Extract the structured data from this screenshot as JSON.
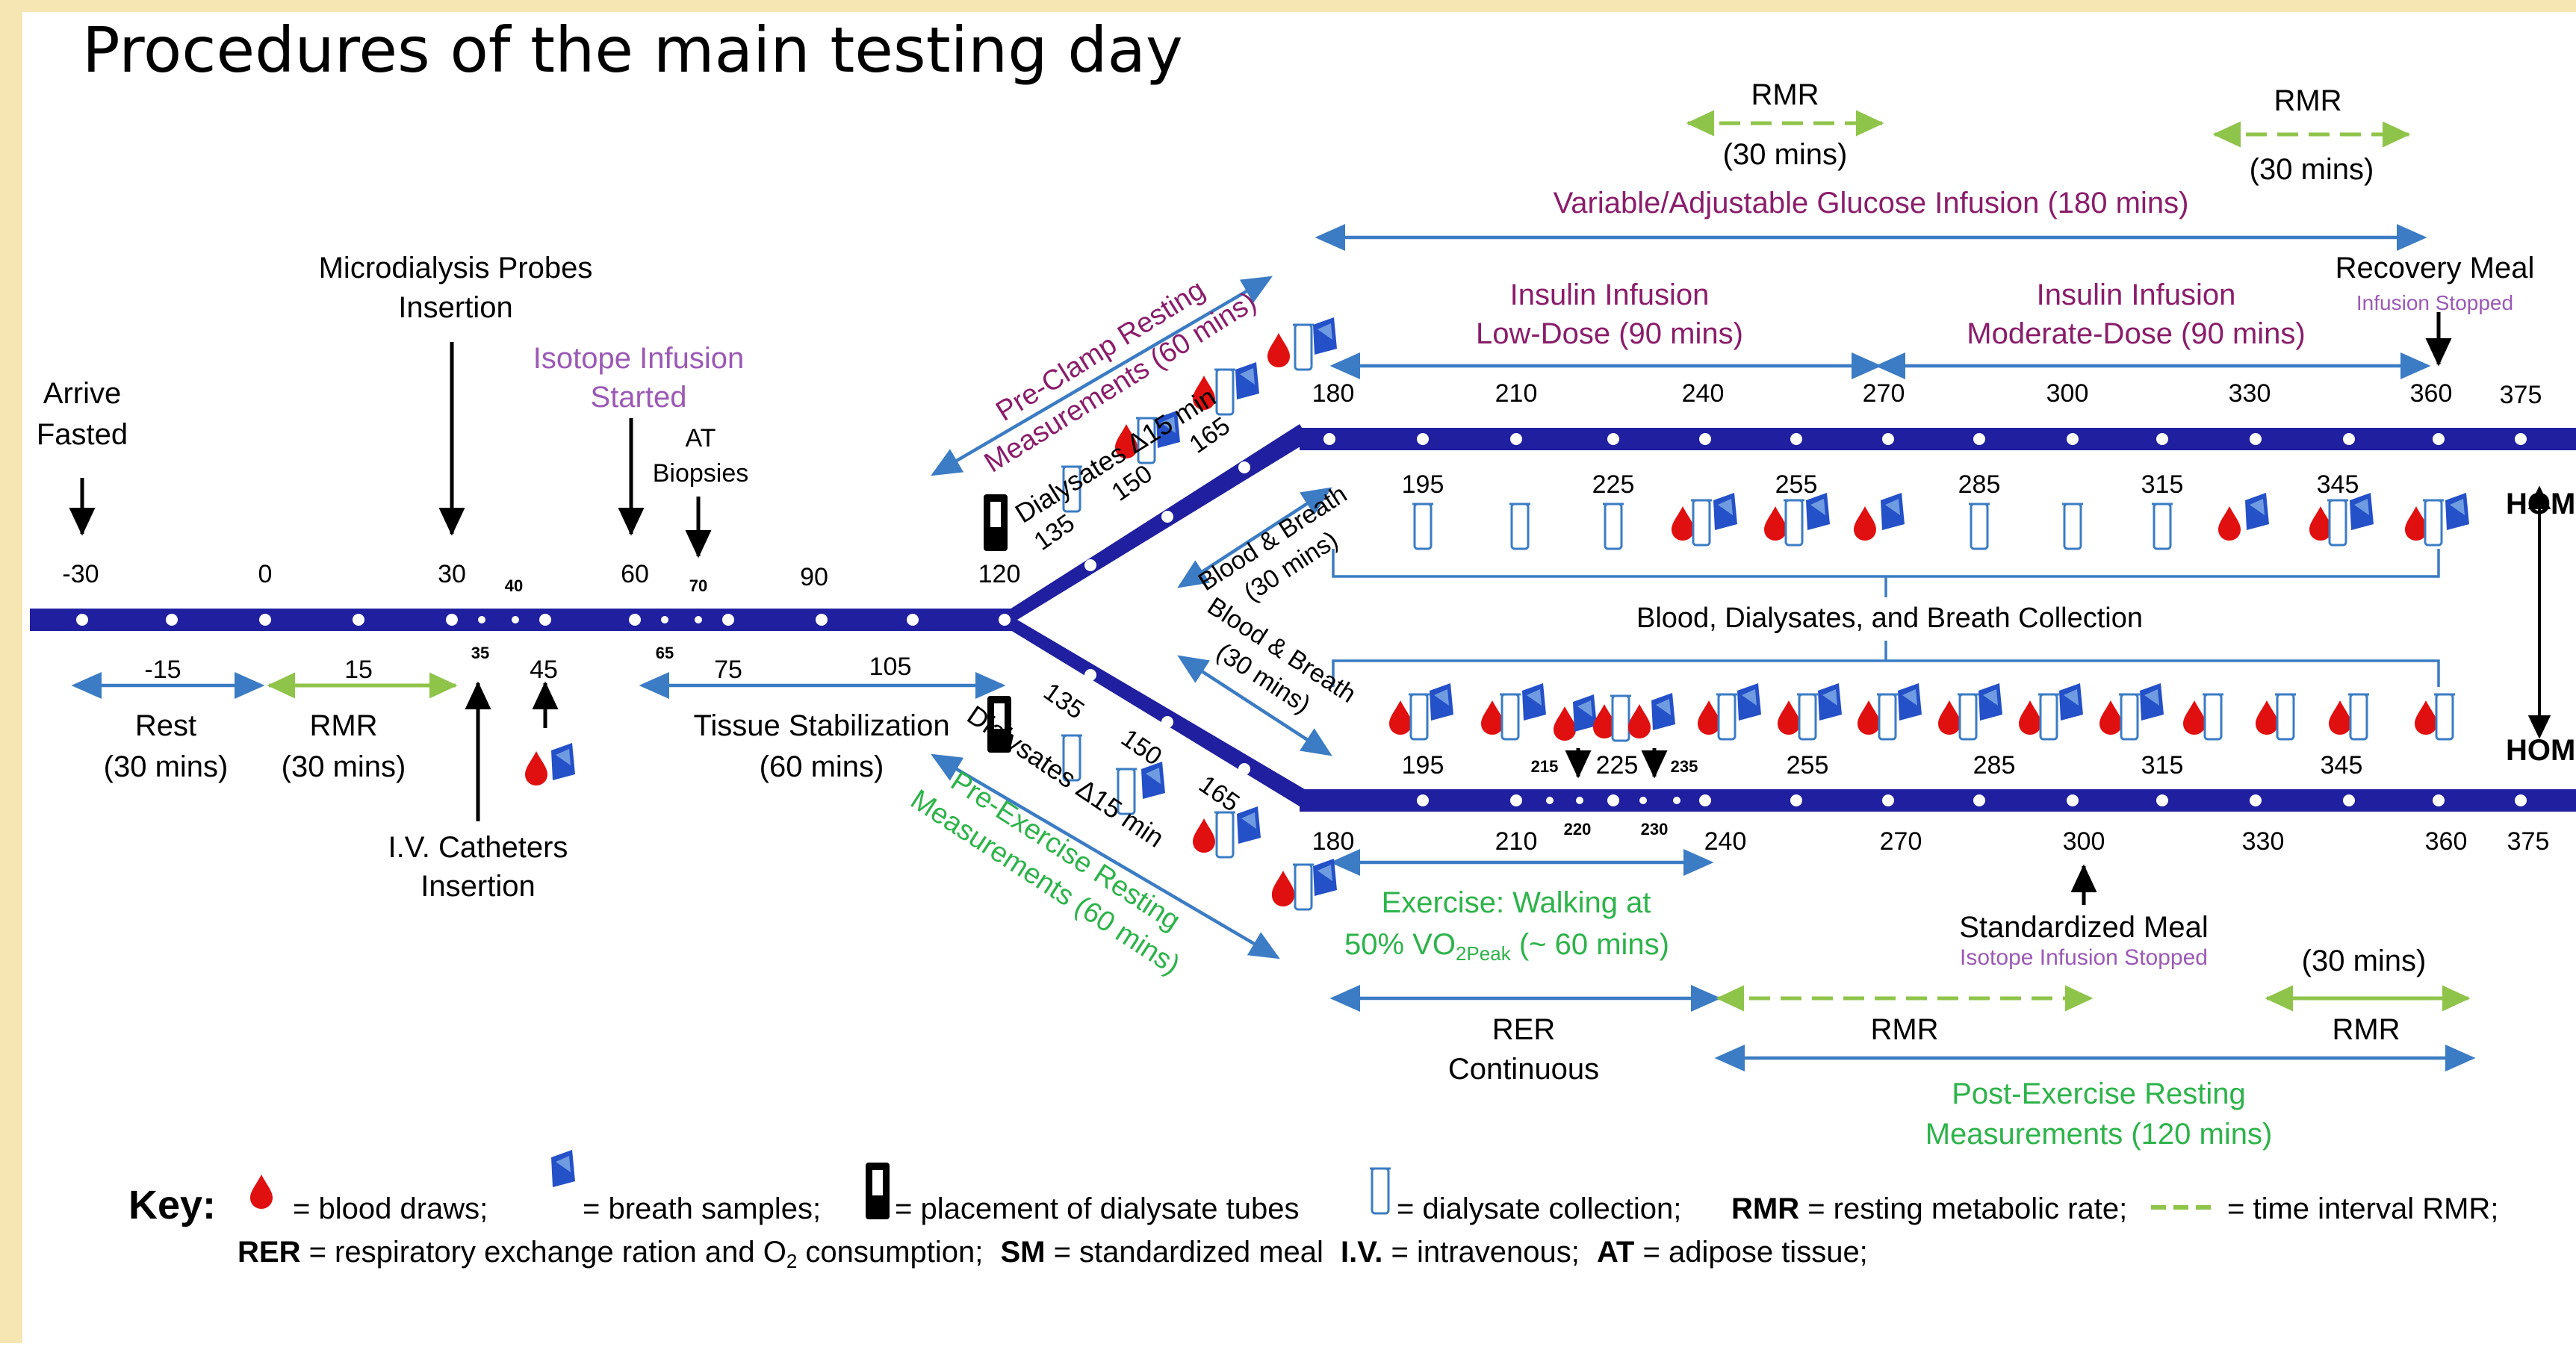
{
  "slide": {
    "title": "Procedures of the main testing day"
  },
  "colors": {
    "border": "#f5e6b4",
    "timeline": "#1f1fa0",
    "arrow_blue": "#3b7cc4",
    "rmr_green": "#8fc44a",
    "purple": "#8a1d6a",
    "violet": "#9b59b6",
    "green": "#2db34a",
    "blood": "#e01010",
    "breath": "#2450c8"
  },
  "labels": {
    "arrive": "Arrive",
    "fasted": "Fasted",
    "micro1": "Microdialysis Probes",
    "micro2": "Insertion",
    "iso1": "Isotope Infusion",
    "iso2": "Started",
    "at1": "AT",
    "at2": "Biopsies",
    "rest": "Rest",
    "rest_dur": "(30 mins)",
    "rmr": "RMR",
    "rmr_dur": "(30 mins)",
    "iv1": "I.V. Catheters",
    "iv2": "Insertion",
    "tissue": "Tissue Stabilization",
    "tissue_dur": "(60 mins)",
    "preclamp1": "Pre-Clamp Resting",
    "preclamp2": "Measurements (60 mins)",
    "dialysates": "Dialysates Δ15 min",
    "preex1": "Pre-Exercise Resting",
    "preex2": "Measurements (60 mins)",
    "bb_label": "Blood & Breath",
    "bb_dur": "(30 mins)",
    "rmr_top": "RMR",
    "rmr_top_dur": "(30 mins)",
    "glucose": "Variable/Adjustable Glucose Infusion (180 mins)",
    "ins1_a": "Insulin Infusion",
    "ins1_b": "Low-Dose (90 mins)",
    "ins2_a": "Insulin Infusion",
    "ins2_b": "Moderate-Dose (90 mins)",
    "recovery": "Recovery Meal",
    "inf_stopped": "Infusion Stopped",
    "collection": "Blood, Dialysates, and Breath Collection",
    "home": "HOME",
    "exercise1": "Exercise: Walking at",
    "exercise2_a": "50% VO",
    "exercise2_sub": "2Peak",
    "exercise2_b": " (~ 60 mins)",
    "std_meal": "Standardized Meal",
    "iso_stopped": "Isotope Infusion Stopped",
    "rer": "RER",
    "rer_cont": "Continuous",
    "post1": "Post-Exercise Resting",
    "post2": "Measurements (120 mins)"
  },
  "ticks": {
    "main_top": [
      "-30",
      "0",
      "30",
      "60",
      "90",
      "120"
    ],
    "main_top_small": [
      "40",
      "70"
    ],
    "main_bottom": [
      "-15",
      "15",
      "45",
      "75",
      "105"
    ],
    "main_bottom_small": [
      "35",
      "65"
    ],
    "upper_diag": [
      "135",
      "150",
      "165"
    ],
    "upper_top": [
      "180",
      "210",
      "240",
      "270",
      "300",
      "330",
      "360",
      "375"
    ],
    "upper_bottom": [
      "195",
      "225",
      "255",
      "285",
      "315",
      "345"
    ],
    "lower_diag": [
      "135",
      "150",
      "165"
    ],
    "lower_top": [
      "195",
      "225",
      "255",
      "285",
      "315",
      "345"
    ],
    "lower_top_small": [
      "215",
      "235"
    ],
    "lower_bottom": [
      "180",
      "210",
      "240",
      "270",
      "300",
      "330",
      "360",
      "375"
    ],
    "lower_bottom_small": [
      "220",
      "230"
    ]
  },
  "key": {
    "key_label": "Key:",
    "blood": "= blood draws;",
    "breath": "= breath samples;",
    "placement": "= placement of dialysate tubes",
    "collection": "= dialysate collection;",
    "rmr_abbr": "RMR",
    "rmr_def": " = resting metabolic rate;",
    "interval": "= time interval RMR;",
    "rer_abbr": "RER",
    "rer_def_a": " = respiratory exchange ration and O",
    "rer_def_sub": "2",
    "rer_def_b": " consumption;",
    "sm_abbr": "SM",
    "sm_def": " = standardized meal",
    "iv_abbr": "I.V.",
    "iv_def": " = intravenous;",
    "at_abbr": "AT",
    "at_def": " = adipose tissue;"
  }
}
